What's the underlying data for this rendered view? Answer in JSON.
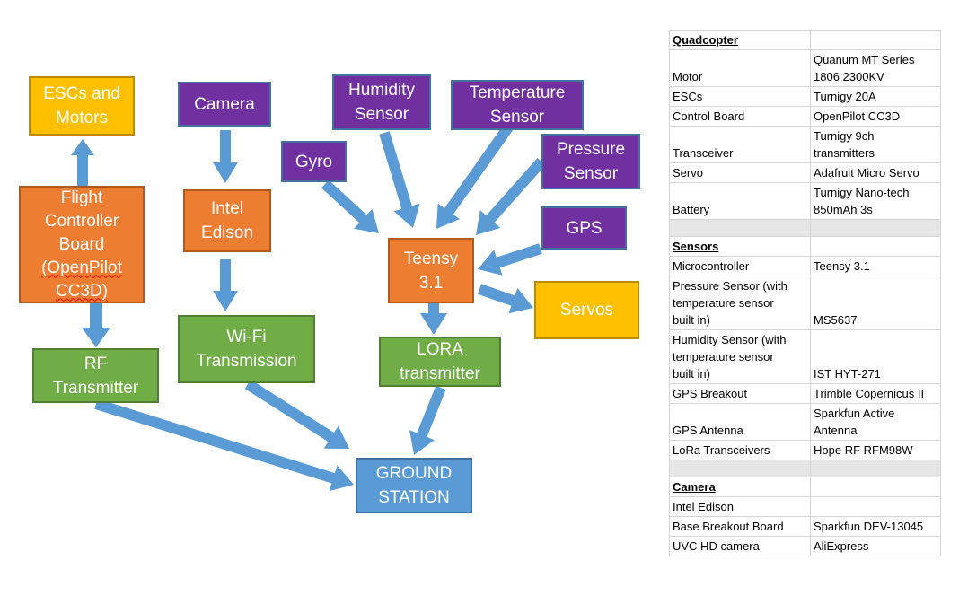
{
  "diagram": {
    "nodes": {
      "escs_motors": {
        "label": "ESCs and\nMotors",
        "color": "#ffc000"
      },
      "flight_controller": {
        "line1": "Flight",
        "line2": "Controller",
        "line3": "Board",
        "line4": "(OpenPilot",
        "line5": "CC3D)",
        "color": "#ed7d31"
      },
      "rf_transmitter": {
        "label": "RF\nTransmitter",
        "color": "#70ad47"
      },
      "camera": {
        "label": "Camera",
        "color": "#7030a0"
      },
      "intel_edison": {
        "label": "Intel\nEdison",
        "color": "#ed7d31"
      },
      "wifi": {
        "label": "Wi-Fi\nTransmission",
        "color": "#70ad47"
      },
      "humidity": {
        "label": "Humidity\nSensor",
        "color": "#7030a0"
      },
      "temperature": {
        "label": "Temperature\nSensor",
        "color": "#7030a0"
      },
      "gyro": {
        "label": "Gyro",
        "color": "#7030a0"
      },
      "pressure": {
        "label": "Pressure\nSensor",
        "color": "#7030a0"
      },
      "gps": {
        "label": "GPS",
        "color": "#7030a0"
      },
      "teensy": {
        "label": "Teensy\n3.1",
        "color": "#ed7d31"
      },
      "servos": {
        "label": "Servos",
        "color": "#ffc000"
      },
      "lora": {
        "label": "LORA\ntransmitter",
        "color": "#70ad47"
      },
      "ground_station": {
        "label": "GROUND\nSTATION",
        "color": "#5b9bd5"
      }
    },
    "arrow_color": "#5b9bd5",
    "edges": [
      {
        "from": "flight_controller",
        "to": "escs_motors"
      },
      {
        "from": "flight_controller",
        "to": "rf_transmitter"
      },
      {
        "from": "camera",
        "to": "intel_edison"
      },
      {
        "from": "intel_edison",
        "to": "wifi"
      },
      {
        "from": "gyro",
        "to": "teensy"
      },
      {
        "from": "humidity",
        "to": "teensy"
      },
      {
        "from": "temperature",
        "to": "teensy"
      },
      {
        "from": "pressure",
        "to": "teensy"
      },
      {
        "from": "gps",
        "to": "teensy"
      },
      {
        "from": "teensy",
        "to": "servos"
      },
      {
        "from": "teensy",
        "to": "lora"
      },
      {
        "from": "rf_transmitter",
        "to": "ground_station"
      },
      {
        "from": "wifi",
        "to": "ground_station"
      },
      {
        "from": "lora",
        "to": "ground_station"
      }
    ]
  },
  "table": {
    "rows": [
      {
        "type": "section",
        "a": "Quadcopter",
        "b": ""
      },
      {
        "type": "item",
        "a": "Motor",
        "b": "Quanum MT Series\n1806 2300KV"
      },
      {
        "type": "item",
        "a": "ESCs",
        "b": "Turnigy 20A"
      },
      {
        "type": "item",
        "a": "Control Board",
        "b": "OpenPilot CC3D"
      },
      {
        "type": "item",
        "a": "Transceiver",
        "b": "Turnigy 9ch\ntransmitters"
      },
      {
        "type": "item",
        "a": "Servo",
        "b": "Adafruit Micro Servo"
      },
      {
        "type": "item",
        "a": "Battery",
        "b": "Turnigy Nano-tech\n850mAh 3s"
      },
      {
        "type": "spacer",
        "a": "",
        "b": ""
      },
      {
        "type": "section",
        "a": "Sensors",
        "b": ""
      },
      {
        "type": "item",
        "a": "Microcontroller",
        "b": "Teensy 3.1"
      },
      {
        "type": "item",
        "a": "Pressure Sensor (with\ntemperature sensor\nbuilt in)",
        "b": "MS5637"
      },
      {
        "type": "item",
        "a": "Humidity Sensor (with\ntemperature sensor\nbuilt in)",
        "b": "IST HYT-271"
      },
      {
        "type": "item",
        "a": "GPS Breakout",
        "b": "Trimble Copernicus II"
      },
      {
        "type": "item",
        "a": "GPS Antenna",
        "b": "Sparkfun Active\nAntenna"
      },
      {
        "type": "item",
        "a": "LoRa Transceivers",
        "b": "Hope RF RFM98W"
      },
      {
        "type": "spacer",
        "a": "",
        "b": ""
      },
      {
        "type": "section",
        "a": "Camera",
        "b": ""
      },
      {
        "type": "item",
        "a": "Intel Edison",
        "b": ""
      },
      {
        "type": "item",
        "a": "Base Breakout Board",
        "b": "Sparkfun DEV-13045"
      },
      {
        "type": "item",
        "a": "UVC HD camera",
        "b": "AliExpress"
      }
    ]
  }
}
